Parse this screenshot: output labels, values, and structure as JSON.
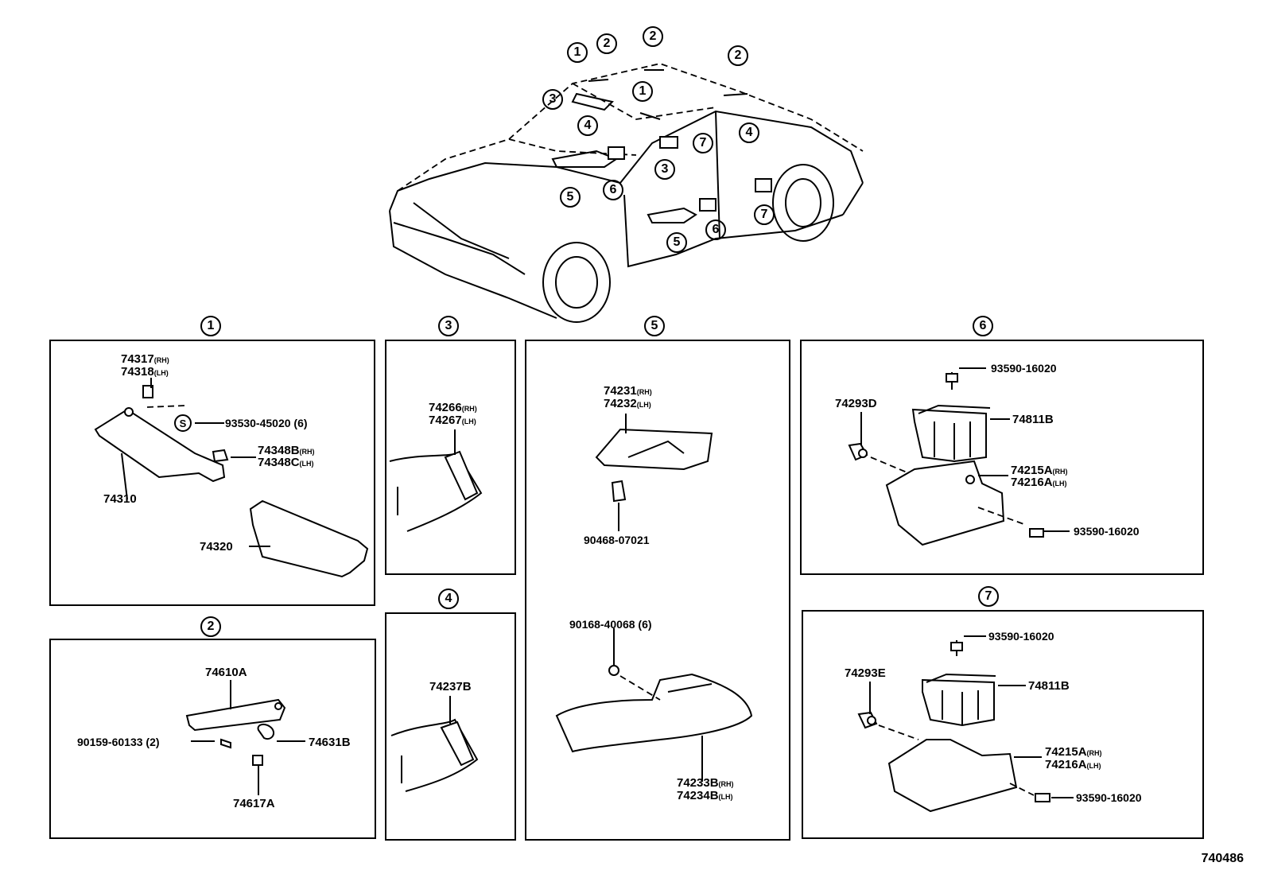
{
  "diagram_code": "740486",
  "car_callouts": [
    "1",
    "2",
    "2",
    "2",
    "1",
    "3",
    "4",
    "7",
    "4",
    "3",
    "5",
    "6",
    "5",
    "6",
    "7"
  ],
  "sections": {
    "s1": {
      "number": "1",
      "parts": [
        {
          "code": "74317",
          "suffix": "(RH)"
        },
        {
          "code": "74318",
          "suffix": "(LH)"
        },
        {
          "code": "93530-45020 (6)",
          "suffix": ""
        },
        {
          "code": "74348B",
          "suffix": "(RH)"
        },
        {
          "code": "74348C",
          "suffix": "(LH)"
        },
        {
          "code": "74310",
          "suffix": ""
        },
        {
          "code": "74320",
          "suffix": ""
        }
      ],
      "s_badge": "S"
    },
    "s2": {
      "number": "2",
      "parts": [
        {
          "code": "74610A",
          "suffix": ""
        },
        {
          "code": "90159-60133 (2)",
          "suffix": ""
        },
        {
          "code": "74631B",
          "suffix": ""
        },
        {
          "code": "74617A",
          "suffix": ""
        }
      ]
    },
    "s3": {
      "number": "3",
      "parts": [
        {
          "code": "74266",
          "suffix": "(RH)"
        },
        {
          "code": "74267",
          "suffix": "(LH)"
        }
      ]
    },
    "s4": {
      "number": "4",
      "parts": [
        {
          "code": "74237B",
          "suffix": ""
        }
      ]
    },
    "s5": {
      "number": "5",
      "parts": [
        {
          "code": "74231",
          "suffix": "(RH)"
        },
        {
          "code": "74232",
          "suffix": "(LH)"
        },
        {
          "code": "90468-07021",
          "suffix": ""
        },
        {
          "code": "90168-40068 (6)",
          "suffix": ""
        },
        {
          "code": "74233B",
          "suffix": "(RH)"
        },
        {
          "code": "74234B",
          "suffix": "(LH)"
        }
      ]
    },
    "s6": {
      "number": "6",
      "parts": [
        {
          "code": "93590-16020",
          "suffix": ""
        },
        {
          "code": "74293D",
          "suffix": ""
        },
        {
          "code": "74811B",
          "suffix": ""
        },
        {
          "code": "74215A",
          "suffix": "(RH)"
        },
        {
          "code": "74216A",
          "suffix": "(LH)"
        },
        {
          "code": "93590-16020",
          "suffix": ""
        }
      ]
    },
    "s7": {
      "number": "7",
      "parts": [
        {
          "code": "93590-16020",
          "suffix": ""
        },
        {
          "code": "74293E",
          "suffix": ""
        },
        {
          "code": "74811B",
          "suffix": ""
        },
        {
          "code": "74215A",
          "suffix": "(RH)"
        },
        {
          "code": "74216A",
          "suffix": "(LH)"
        },
        {
          "code": "93590-16020",
          "suffix": ""
        }
      ]
    }
  }
}
